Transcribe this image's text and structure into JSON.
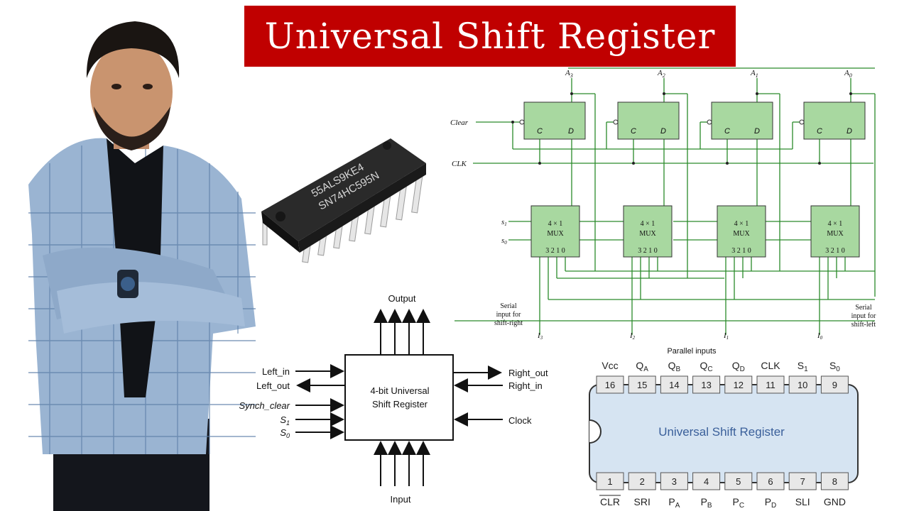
{
  "title": "Universal Shift Register",
  "colors": {
    "banner": "#c00000",
    "block_fill": "#a8d8a0",
    "wire": "#2a8a2a",
    "ic_fill": "#d6e4f2"
  },
  "chip_photo": {
    "marking_line1": "55ALS9KE4",
    "marking_line2": "SN74HC595N"
  },
  "schematic": {
    "outputs": [
      "A",
      "A",
      "A",
      "A"
    ],
    "output_subs": [
      "3",
      "2",
      "1",
      "0"
    ],
    "clear_label": "Clear",
    "clk_label": "CLK",
    "ff_c": "C",
    "ff_d": "D",
    "s1_label": "s",
    "s1_sub": "1",
    "s0_label": "s",
    "s0_sub": "0",
    "mux_line1": "4 × 1",
    "mux_line2": "MUX",
    "mux_inputs": "3 2 1 0",
    "serial_right": [
      "Serial",
      "input for",
      "shift-right"
    ],
    "serial_left": [
      "Serial",
      "input for",
      "shift-left"
    ],
    "inputs": [
      "I",
      "I",
      "I",
      "I"
    ],
    "input_subs": [
      "3",
      "2",
      "1",
      "0"
    ]
  },
  "block_diagram": {
    "output_label": "Output",
    "input_label": "Input",
    "box_line1": "4-bit Universal",
    "box_line2": "Shift Register",
    "left_in": "Left_in",
    "left_out": "Left_out",
    "synch_clear": "Synch_clear",
    "s1": "S",
    "s1_sub": "1",
    "s0": "S",
    "s0_sub": "0",
    "right_out": "Right_out",
    "right_in": "Right_in",
    "clock": "Clock"
  },
  "pinout": {
    "header": "Parallel inputs",
    "label": "Universal Shift Register",
    "top_pins": [
      "16",
      "15",
      "14",
      "13",
      "12",
      "11",
      "10",
      "9"
    ],
    "top_names": [
      "Vcc",
      "Q",
      "Q",
      "Q",
      "Q",
      "CLK",
      "S",
      "S"
    ],
    "top_subs": [
      "",
      "A",
      "B",
      "C",
      "D",
      "",
      "1",
      "0"
    ],
    "bottom_pins": [
      "1",
      "2",
      "3",
      "4",
      "5",
      "6",
      "7",
      "8"
    ],
    "bottom_names": [
      "CLR",
      "SRI",
      "P",
      "P",
      "P",
      "P",
      "SLI",
      "GND"
    ],
    "bottom_subs": [
      "",
      "",
      "A",
      "B",
      "C",
      "D",
      "",
      ""
    ]
  }
}
